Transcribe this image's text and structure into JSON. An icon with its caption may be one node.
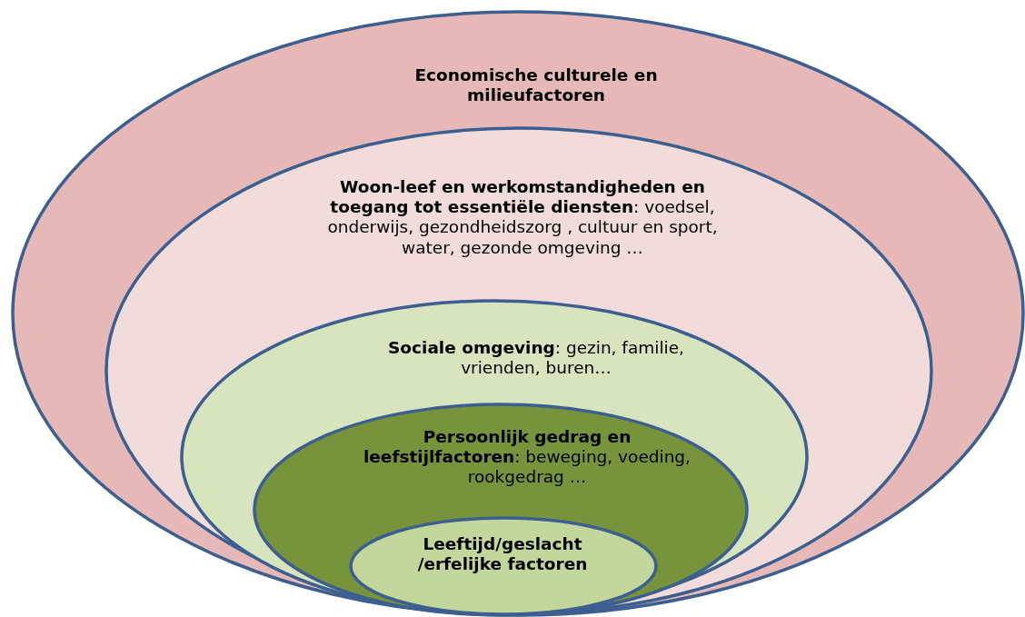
{
  "diagram": {
    "nodes": [
      {
        "text": [
          "Economische culturele en milieufactoren"
        ]
      },
      {
        "text": [
          "**Woon-leef en werkomstandigheden en toegang tot essentiële diensten**: voedsel, onderwijs, gezondheidszorg , cultuur en sport,  water, gezonde omgeving …"
        ],
        "in": 0
      },
      {
        "text": [
          "**Sociale omgeving**: gezin, familie, vrienden, buren…"
        ],
        "in": 1
      },
      {
        "text": [
          "**Persoonlijk gedrag en leefstijlfactoren**: beweging, voeding, rookgedrag …"
        ],
        "in": 2
      },
      {
        "text": [
          "Leeftijd/geslacht /erfelijke factoren"
        ],
        "in": 3
      }
    ]
  }
}
